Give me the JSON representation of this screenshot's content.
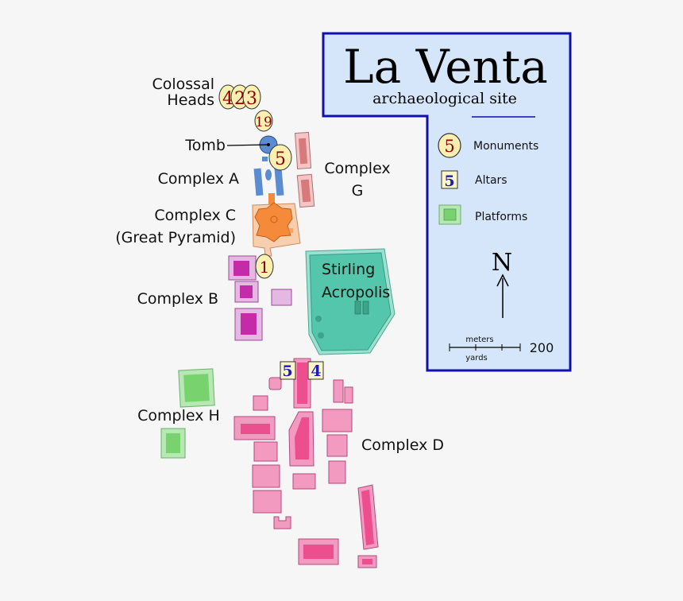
{
  "title": {
    "main": "La Venta",
    "subtitle": "archaeological site"
  },
  "legend": {
    "monuments": {
      "symbol": "5",
      "label": "Monuments"
    },
    "altars": {
      "symbol": "5",
      "label": "Altars"
    },
    "platforms": {
      "label": "Platforms"
    },
    "north": "N",
    "scale": {
      "top_label": "meters",
      "bottom_label": "yards",
      "value": "200"
    }
  },
  "labels": {
    "colossal_heads_1": "Colossal",
    "colossal_heads_2": "Heads",
    "tomb": "Tomb",
    "complex_a": "Complex A",
    "complex_c_1": "Complex C",
    "complex_c_2": "(Great Pyramid)",
    "complex_b": "Complex B",
    "complex_g_1": "Complex",
    "complex_g_2": "G",
    "stirling_1": "Stirling",
    "stirling_2": "Acropolis",
    "complex_h": "Complex H",
    "complex_d": "Complex D"
  },
  "monuments": [
    "4",
    "2",
    "3",
    "19",
    "5",
    "1"
  ],
  "altars": [
    "5",
    "4"
  ],
  "colors": {
    "legend_bg": "#d6e6fa",
    "legend_border": "#1111aa",
    "monument_fill": "#fbf0b0",
    "monument_text": "#8b0000",
    "altar_fill": "#fbf5c8",
    "altar_text": "#1b1bb8",
    "complex_a": "#5b8bd0",
    "complex_c": "#f58a3a",
    "complex_c_platform": "#f8cfae",
    "complex_b_base": "#e4b8e2",
    "complex_b_mound": "#c42ba8",
    "stirling": "#53c6ab",
    "stirling_base": "#9be0d0",
    "complex_g": "#d97a7a",
    "complex_g_base": "#f5c4c4",
    "complex_h_base": "#b7e8b4",
    "complex_h_mound": "#78d36f",
    "complex_d_base": "#f39ac0",
    "complex_d_mound": "#ec4e8e"
  }
}
